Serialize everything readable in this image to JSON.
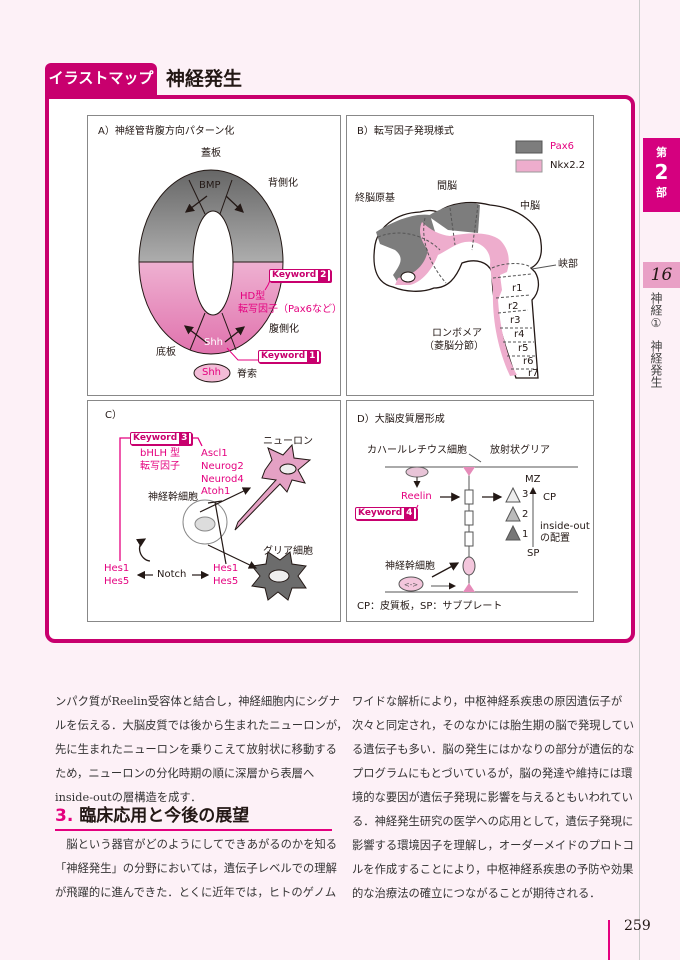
{
  "header": {
    "tab_label": "イラストマップ",
    "title": "神経発生"
  },
  "side": {
    "part_prefix": "第",
    "part_number": "2",
    "part_suffix": "部",
    "chapter_number": "16",
    "chapter_title": "神経①",
    "chapter_subtitle": "神経発生"
  },
  "panel_a": {
    "title": "A）神経管背腹方向パターン化",
    "roof_plate": "蓋板",
    "dorsalization": "背側化",
    "bmp": "BMP",
    "keyword2": "Keyword",
    "keyword2_num": "2",
    "hd_type": "HD型",
    "hd_tf": "転写因子（Pax6など）",
    "ventralization": "腹側化",
    "shh_inner": "Shh",
    "floor_plate": "底板",
    "keyword1": "Keyword",
    "keyword1_num": "1",
    "shh_notochord": "Shh",
    "notochord": "脊索",
    "colors": {
      "accent": "#e4007f",
      "dorsal": "#6e6e6e",
      "ventral": "#e58bb9"
    }
  },
  "panel_b": {
    "title": "B）転写因子発現様式",
    "legend": [
      {
        "label": "Pax6",
        "color": "#7d7d7d"
      },
      {
        "label": "Nkx2.2",
        "color": "#eeadcd"
      }
    ],
    "diencephalon": "間脳",
    "telencephalon": "終脳原基",
    "midbrain": "中脳",
    "isthmus": "峡部",
    "rhombomeres": [
      "r1",
      "r2",
      "r3",
      "r4",
      "r5",
      "r6",
      "r7"
    ],
    "rhombomere_label": "ロンボメア",
    "rhombomere_sub": "（菱脳分節）"
  },
  "panel_c": {
    "title": "C）",
    "keyword3": "Keyword",
    "keyword3_num": "3",
    "bhlh": "bHLH 型",
    "bhlh_tf": "転写因子",
    "genes": [
      "Ascl1",
      "Neurog2",
      "Neurod4",
      "Atoh1"
    ],
    "neuron": "ニューロン",
    "stem_cell": "神経幹細胞",
    "glia": "グリア細胞",
    "hes_left": [
      "Hes1",
      "Hes5"
    ],
    "notch": "Notch",
    "hes_right": [
      "Hes1",
      "Hes5"
    ]
  },
  "panel_d": {
    "title": "D）大脳皮質層形成",
    "cajal": "カハールレチウス細胞",
    "radial_glia": "放射状グリア",
    "reelin": "Reelin",
    "keyword4": "Keyword",
    "keyword4_num": "4",
    "mz": "MZ",
    "cp": "CP",
    "inside_out": "inside-out",
    "arrangement": "の配置",
    "sp": "SP",
    "layers": [
      "3",
      "2",
      "1"
    ],
    "stem_cell": "神経幹細胞",
    "footnote": "CP：皮質板，SP：サブプレート"
  },
  "body_left": {
    "lines": [
      "ンパク質がReelin受容体と結合し，神経細胞内にシグナ",
      "ルを伝える．大脳皮質では後から生まれたニューロンが，",
      "先に生まれたニューロンを乗りこえて放射状に移動する",
      "ため，ニューロンの分化時期の順に深層から表層へ",
      "inside-outの層構造を成す．"
    ],
    "heading_number": "3.",
    "heading": "臨床応用と今後の展望",
    "lines2": [
      "　脳という器官がどのようにしてできあがるのかを知る",
      "「神経発生」の分野においては，遺伝子レベルでの理解",
      "が飛躍的に進んできた．とくに近年では，ヒトのゲノム"
    ]
  },
  "body_right": {
    "lines": [
      "ワイドな解析により，中枢神経系疾患の原因遺伝子が",
      "次々と同定され，そのなかには胎生期の脳で発現してい",
      "る遺伝子も多い．脳の発生にはかなりの部分が遺伝的な",
      "プログラムにもとづいているが，脳の発達や維持には環",
      "境的な要因が遺伝子発現に影響を与えるともいわれてい",
      "る．神経発生研究の医学への応用として，遺伝子発現に",
      "影響する環境因子を理解し，オーダーメイドのプロトコ",
      "ルを作成することにより，中枢神経系疾患の予防や効果",
      "的な治療法の確立につながることが期待される．"
    ]
  },
  "page_number": "259"
}
